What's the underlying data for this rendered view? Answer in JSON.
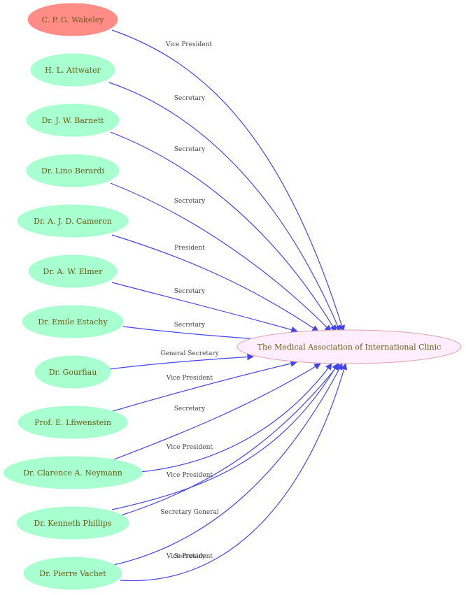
{
  "colors": {
    "source_fill": "#a8ffcf",
    "highlight_fill": "#ff8c87",
    "target_fill": "#ffeeff",
    "target_stroke": "#e2a0a8",
    "node_text": "#6a5a10",
    "edge": "#4444ee"
  },
  "target": {
    "label": "The Medical Association of International Clinic"
  },
  "nodes": [
    {
      "label": "C. P. G. Wakeley",
      "role": "Vice President",
      "highlight": true
    },
    {
      "label": "H. L. Attwater",
      "role": "Secretary",
      "highlight": false
    },
    {
      "label": "Dr. J. W. Barnett",
      "role": "Secretary",
      "highlight": false
    },
    {
      "label": "Dr. Lino Berardi",
      "role": "Secretary",
      "highlight": false
    },
    {
      "label": "Dr. A. J. D. Cameron",
      "role": "President",
      "highlight": false
    },
    {
      "label": "Dr. A. W. Elmer",
      "role": "Secretary",
      "highlight": false
    },
    {
      "label": "Dr. Emile Estachy",
      "role": "Secretary",
      "highlight": false
    },
    {
      "label": "Dr. Gourfiau",
      "role": "General Secretary",
      "highlight": false
    },
    {
      "label": "Prof. E. Lfiwenstein",
      "role": "Vice President",
      "highlight": false
    },
    {
      "label": "Dr. Clarence A. Neymann",
      "role": "Secretary",
      "highlight": false
    },
    {
      "label": "Dr. Kenneth Phillips",
      "role": "Vice President",
      "highlight": false
    },
    {
      "label": "Dr. Pierre Vachet",
      "role": "Secretary",
      "highlight": false
    }
  ],
  "extra_edges": [
    {
      "from": 9,
      "role": "Vice President"
    },
    {
      "from": 11,
      "role": "Vice President"
    },
    {
      "from": 10,
      "role": "Secretary General"
    }
  ]
}
